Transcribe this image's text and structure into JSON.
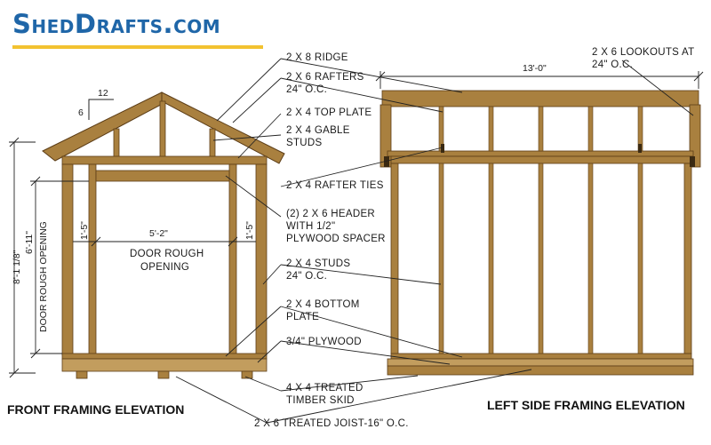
{
  "brand": {
    "name": "ShedDrafts.com",
    "accent": "#1f66a8",
    "underline": "#f2c230"
  },
  "colors": {
    "lumber": "#a9803f",
    "lumber_edge": "#5c3d17",
    "plywood": "#c29d5e",
    "line": "#222222"
  },
  "titles": {
    "front": "FRONT FRAMING ELEVATION",
    "side": "LEFT SIDE FRAMING ELEVATION"
  },
  "labels": {
    "ridge": "2 X 8 RIDGE",
    "rafters_1": "2 X 6 RAFTERS",
    "rafters_2": "24\" O.C.",
    "top_plate": "2 X 4 TOP PLATE",
    "gable_1": "2 X 4 GABLE",
    "gable_2": "STUDS",
    "rafter_ties": "2 X 4 RAFTER TIES",
    "header_1": "(2) 2 X 6 HEADER",
    "header_2": "WITH 1/2\"",
    "header_3": "PLYWOOD SPACER",
    "studs_1": "2 X 4 STUDS",
    "studs_2": "24\" O.C.",
    "bottom_plate_1": "2 X 4 BOTTOM",
    "bottom_plate_2": "PLATE",
    "plywood": "3/4\" PLYWOOD",
    "skid_1": "4 X 4 TREATED",
    "skid_2": "TIMBER SKID",
    "joist": "2 X 6 TREATED JOIST-16\" O.C.",
    "lookouts_1": "2 X 6 LOOKOUTS AT",
    "lookouts_2": "24\" O.C.",
    "door_1": "DOOR ROUGH",
    "door_2": "OPENING"
  },
  "dimensions": {
    "pitch_run": "12",
    "pitch_rise": "6",
    "overall_height": "8'-1 1/8\"",
    "door_height": "6'-11\"",
    "door_opening_vertical": "DOOR ROUGH OPENING",
    "door_width": "5'-2\"",
    "side_stud_left": "1'-5\"",
    "side_stud_right": "1'-5\"",
    "side_length": "13'-0\""
  }
}
